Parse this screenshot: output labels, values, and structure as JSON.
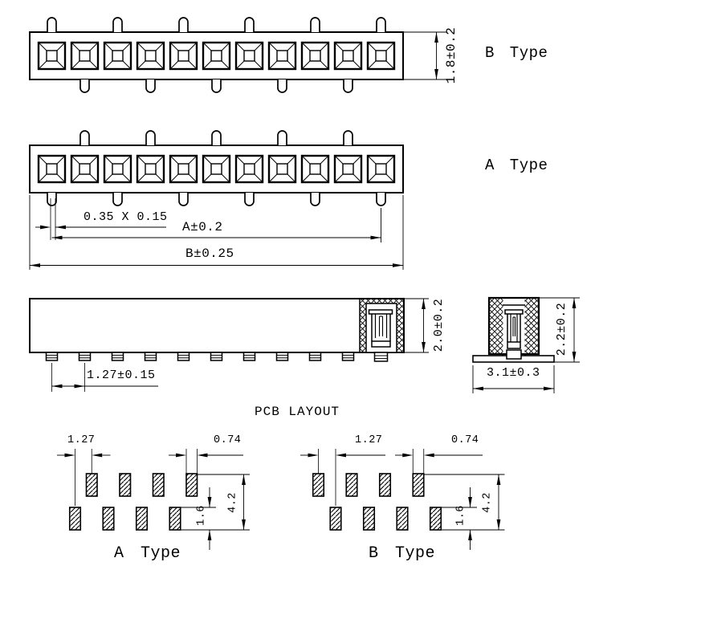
{
  "page": {
    "background": "#ffffff",
    "line_color": "#000000"
  },
  "connector": {
    "positions": 11,
    "pads_per_row": 4
  },
  "views": {
    "top_b": {
      "label": "B Type",
      "dim_height": "1.8±0.2"
    },
    "top_a": {
      "label": "A Type",
      "dim_pin": "0.35 X 0.15",
      "dim_a": "A±0.2",
      "dim_b": "B±0.25"
    },
    "side": {
      "dim_pitch": "1.27±0.15",
      "dim_height": "2.0±0.2"
    },
    "section": {
      "dim_height": "2.2±0.2",
      "dim_width": "3.1±0.3"
    },
    "pcb": {
      "title": "PCB LAYOUT",
      "a": {
        "label": "A Type",
        "dim_pitch": "1.27",
        "dim_pad_w": "0.74",
        "dim_span": "4.2",
        "dim_pad_h": "1.6"
      },
      "b": {
        "label": "B Type",
        "dim_pitch": "1.27",
        "dim_pad_w": "0.74",
        "dim_span": "4.2",
        "dim_pad_h": "1.6"
      }
    }
  }
}
